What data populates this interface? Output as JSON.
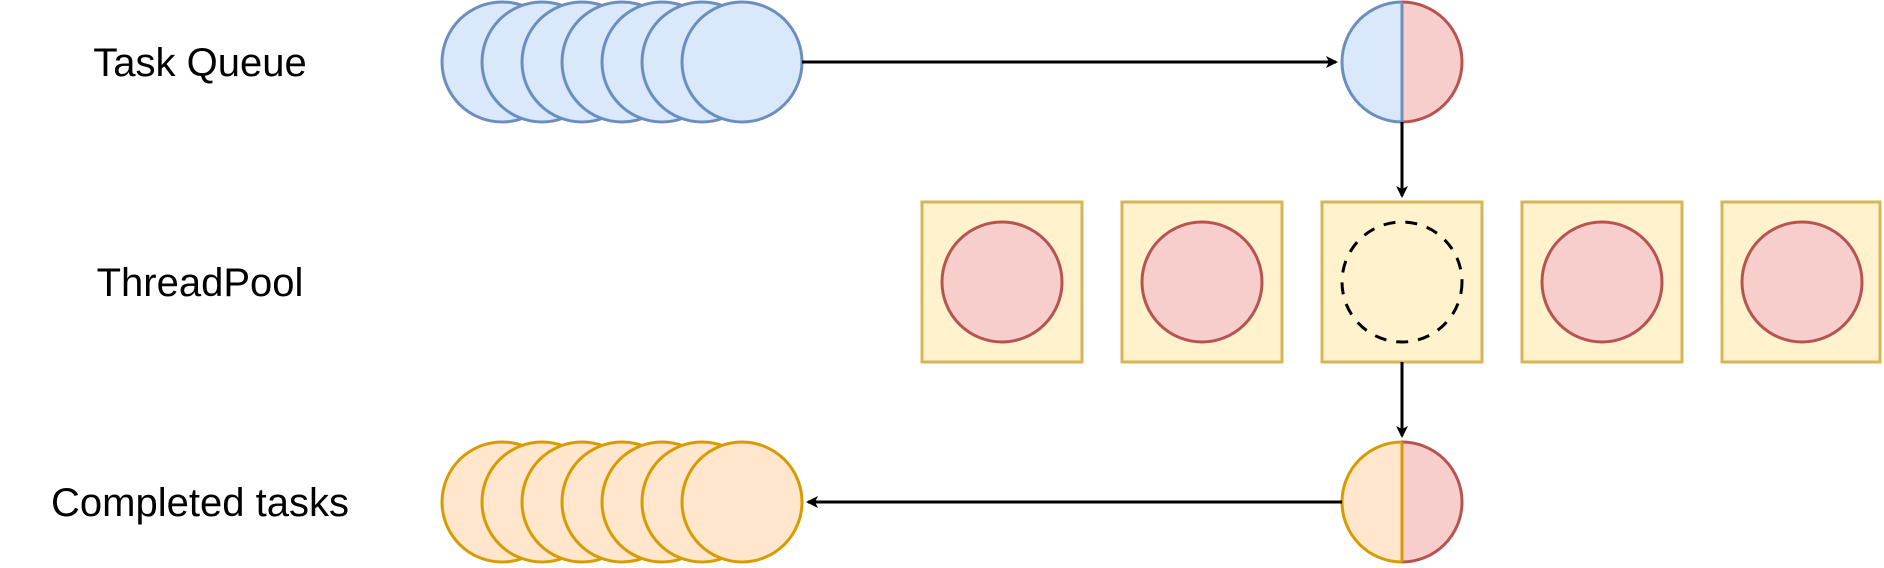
{
  "labels": {
    "task_queue": "Task Queue",
    "threadpool": "ThreadPool",
    "completed": "Completed tasks"
  },
  "colors": {
    "queue_fill": "#dae8fc",
    "queue_stroke": "#6c8ebf",
    "task_fill": "#f8cecc",
    "task_stroke": "#b85450",
    "thread_fill": "#fff2cc",
    "thread_stroke": "#d6b656",
    "done_fill": "#ffe6cc",
    "done_stroke": "#d79b00",
    "arrow": "#000000"
  }
}
